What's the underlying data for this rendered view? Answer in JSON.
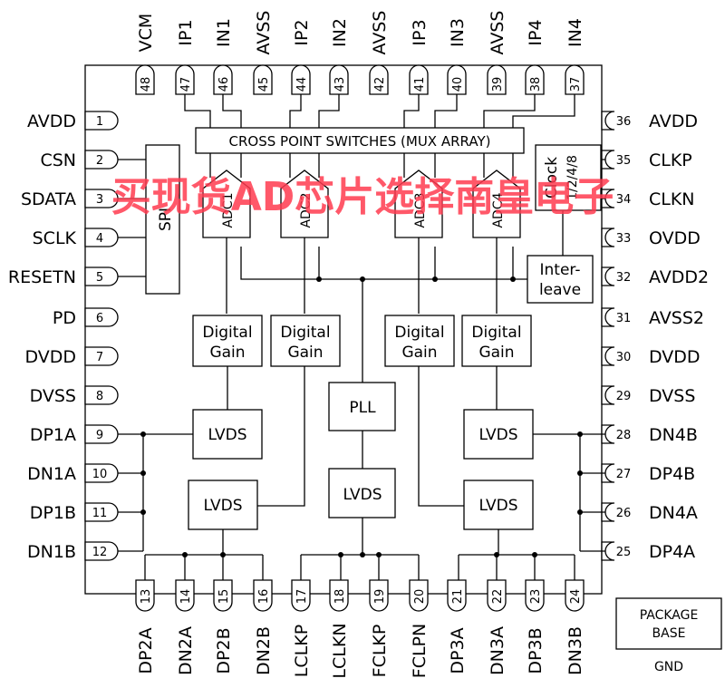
{
  "pins_top": [
    {
      "num": "48",
      "name": "VCM"
    },
    {
      "num": "47",
      "name": "IP1"
    },
    {
      "num": "46",
      "name": "IN1"
    },
    {
      "num": "45",
      "name": "AVSS"
    },
    {
      "num": "44",
      "name": "IP2"
    },
    {
      "num": "43",
      "name": "IN2"
    },
    {
      "num": "42",
      "name": "AVSS"
    },
    {
      "num": "41",
      "name": "IP3"
    },
    {
      "num": "40",
      "name": "IN3"
    },
    {
      "num": "39",
      "name": "AVSS"
    },
    {
      "num": "38",
      "name": "IP4"
    },
    {
      "num": "37",
      "name": "IN4"
    }
  ],
  "pins_left": [
    {
      "num": "1",
      "name": "AVDD"
    },
    {
      "num": "2",
      "name": "CSN"
    },
    {
      "num": "3",
      "name": "SDATA"
    },
    {
      "num": "4",
      "name": "SCLK"
    },
    {
      "num": "5",
      "name": "RESETN"
    },
    {
      "num": "6",
      "name": "PD"
    },
    {
      "num": "7",
      "name": "DVDD"
    },
    {
      "num": "8",
      "name": "DVSS"
    },
    {
      "num": "9",
      "name": "DP1A"
    },
    {
      "num": "10",
      "name": "DN1A"
    },
    {
      "num": "11",
      "name": "DP1B"
    },
    {
      "num": "12",
      "name": "DN1B"
    }
  ],
  "pins_right": [
    {
      "num": "36",
      "name": "AVDD"
    },
    {
      "num": "35",
      "name": "CLKP"
    },
    {
      "num": "34",
      "name": "CLKN"
    },
    {
      "num": "33",
      "name": "OVDD"
    },
    {
      "num": "32",
      "name": "AVDD2"
    },
    {
      "num": "31",
      "name": "AVSS2"
    },
    {
      "num": "30",
      "name": "DVDD"
    },
    {
      "num": "29",
      "name": "DVSS"
    },
    {
      "num": "28",
      "name": "DN4B"
    },
    {
      "num": "27",
      "name": "DP4B"
    },
    {
      "num": "26",
      "name": "DN4A"
    },
    {
      "num": "25",
      "name": "DP4A"
    }
  ],
  "pins_bottom": [
    {
      "num": "13",
      "name": "DP2A"
    },
    {
      "num": "14",
      "name": "DN2A"
    },
    {
      "num": "15",
      "name": "DP2B"
    },
    {
      "num": "16",
      "name": "DN2B"
    },
    {
      "num": "17",
      "name": "LCLKP"
    },
    {
      "num": "18",
      "name": "LCLKN"
    },
    {
      "num": "19",
      "name": "FCLKP"
    },
    {
      "num": "20",
      "name": "FCLPN"
    },
    {
      "num": "21",
      "name": "DP3A"
    },
    {
      "num": "22",
      "name": "DN3A"
    },
    {
      "num": "23",
      "name": "DP3B"
    },
    {
      "num": "24",
      "name": "DN3B"
    }
  ],
  "blocks": {
    "mux": "CROSS POINT SWITCHES (MUX ARRAY)",
    "spi": "SPI",
    "clock": "Clock",
    "clock_div": "1/2/4/8",
    "interleave_1": "Inter-",
    "interleave_2": "leave",
    "adc": [
      "ADC1",
      "ADC2",
      "ADC3",
      "ADC4"
    ],
    "digital_gain_1": "Digital",
    "digital_gain_2": "Gain",
    "pll": "PLL",
    "lvds": "LVDS"
  },
  "package": {
    "line1": "PACKAGE",
    "line2": "BASE",
    "gnd": "GND"
  },
  "watermark": "买现货AD芯片选择南皇电子"
}
